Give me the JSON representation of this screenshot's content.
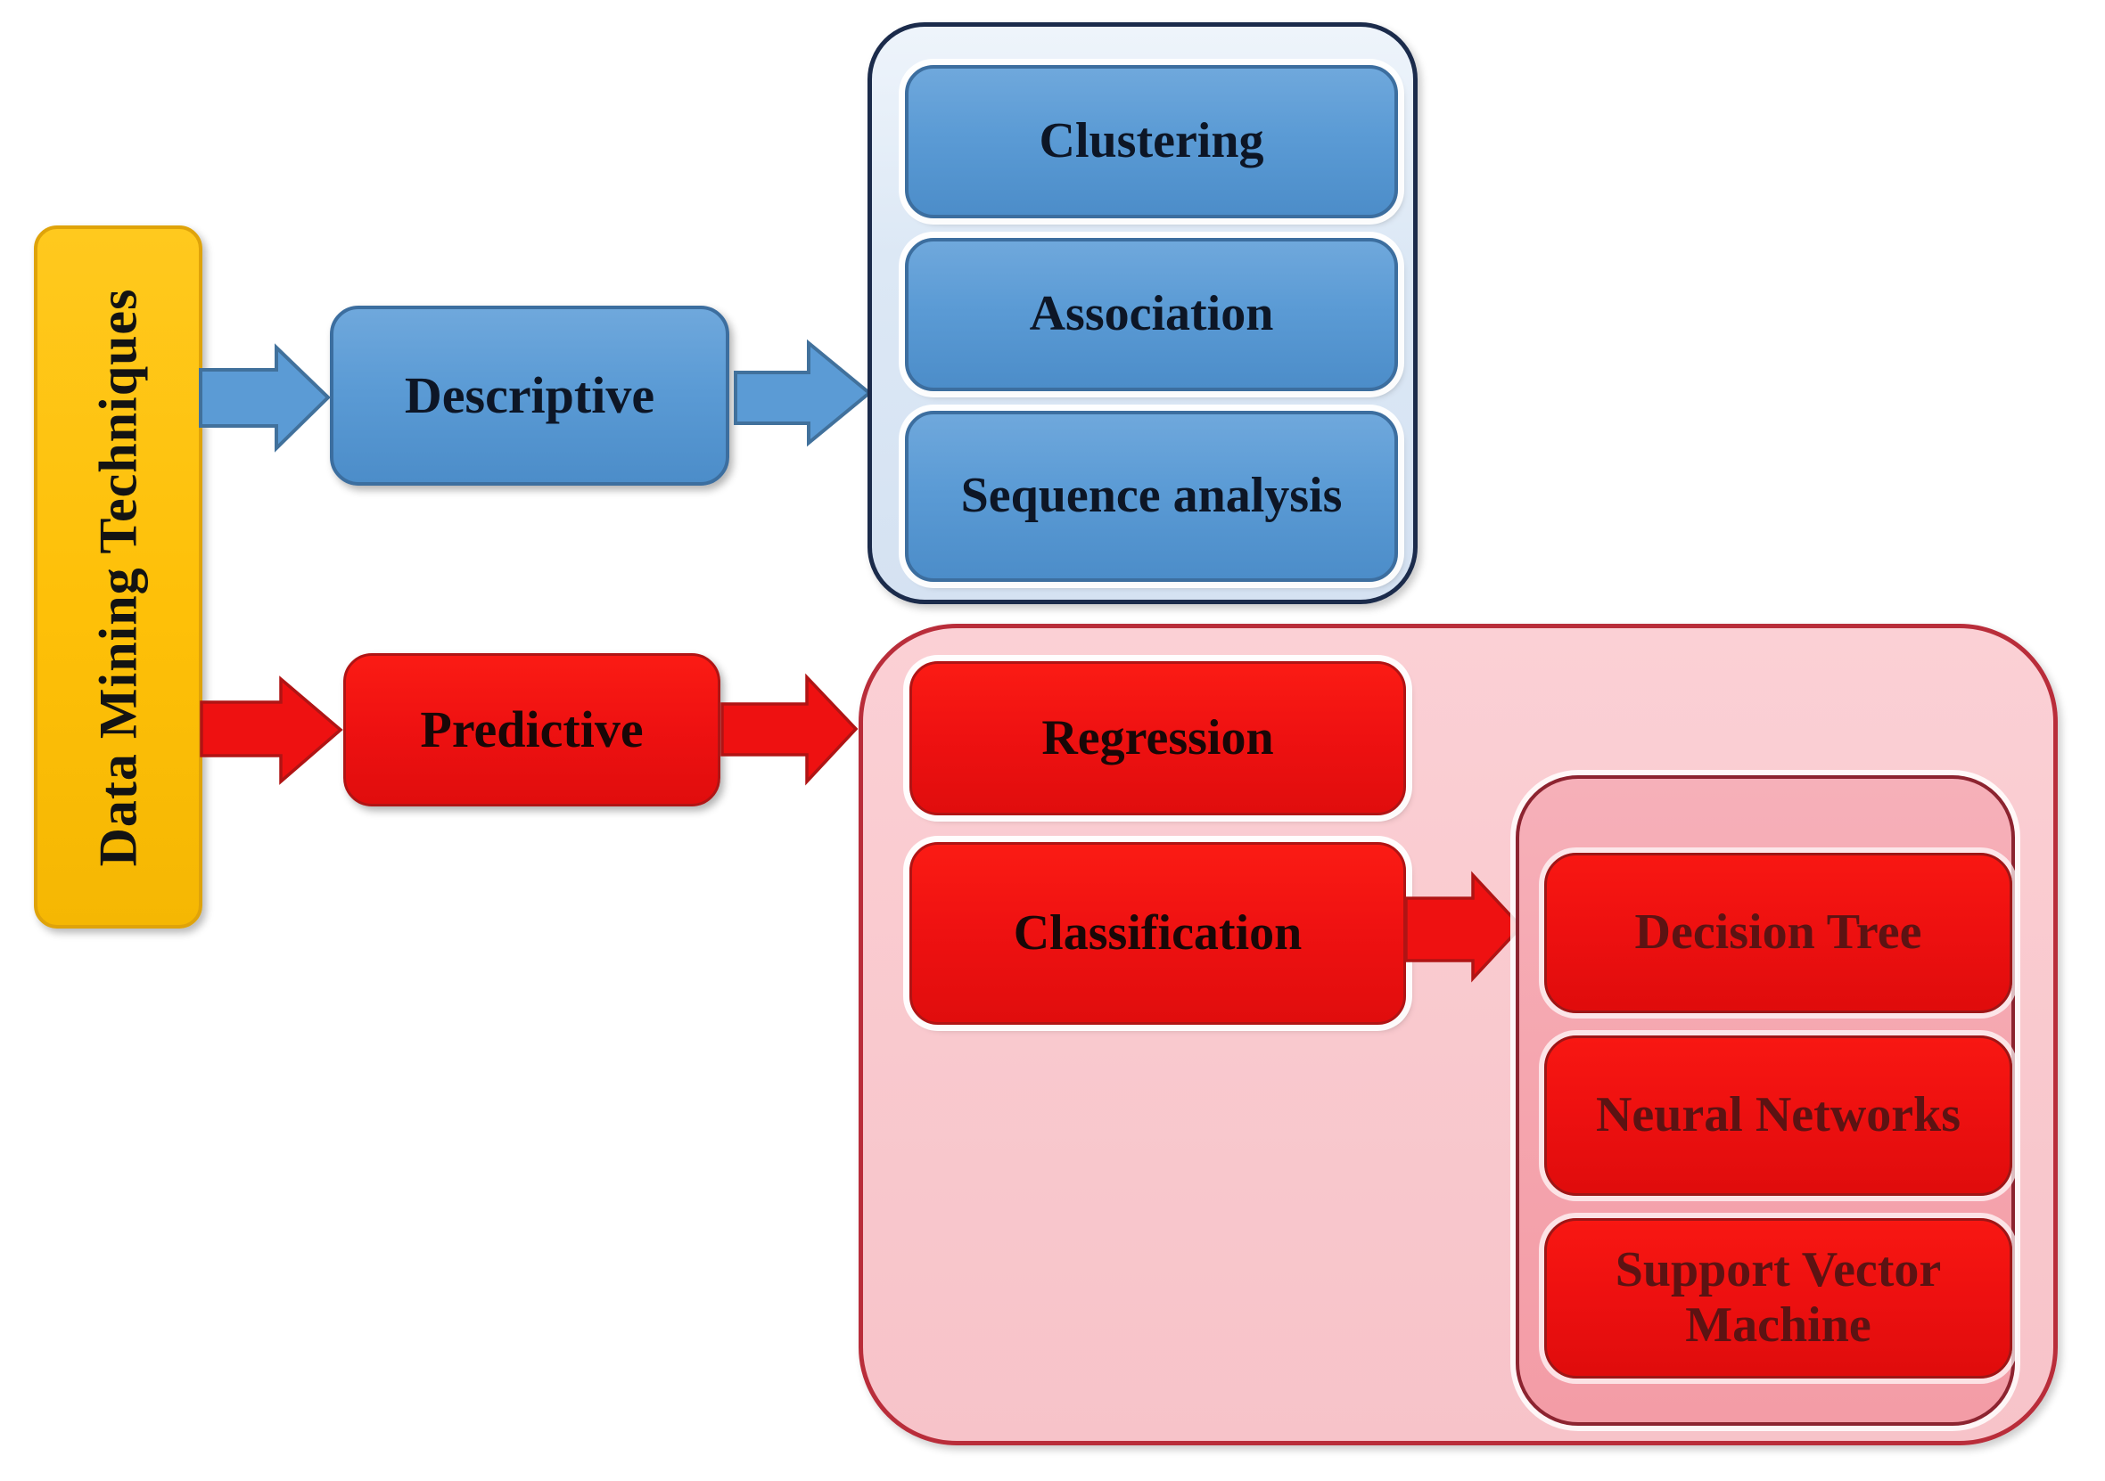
{
  "diagram": {
    "title": "Data Mining Techniques",
    "nodes": {
      "root": "Data Mining Techniques",
      "descriptive": "Descriptive",
      "clustering": "Clustering",
      "association": "Association",
      "sequence_analysis": "Sequence analysis",
      "predictive": "Predictive",
      "regression": "Regression",
      "classification": "Classification",
      "decision_tree": "Decision Tree",
      "neural_networks": "Neural Networks",
      "support_vector_machine": "Support Vector Machine"
    },
    "branches": {
      "descriptive_children": [
        "Clustering",
        "Association",
        "Sequence analysis"
      ],
      "predictive_children": [
        "Regression",
        "Classification"
      ],
      "classification_children": [
        "Decision Tree",
        "Neural Networks",
        "Support Vector Machine"
      ]
    },
    "colors": {
      "root_fill": "#FEC008",
      "root_border": "#DFA30A",
      "blue_node_fill": "#5B9BD5",
      "blue_node_border": "#3C6E9F",
      "blue_container_fill": "#DCE8F5",
      "blue_container_border": "#1B2B4B",
      "red_node_fill": "#EE1111",
      "red_node_border": "#B01414",
      "pink_container_fill": "#F9C9CE",
      "pink_container_border": "#B92D3A",
      "inner_pink_container_fill": "#F5A5AE",
      "inner_pink_container_border": "#8C2430",
      "inner_red_text": "#5C1313",
      "label_text": "#121212"
    }
  }
}
